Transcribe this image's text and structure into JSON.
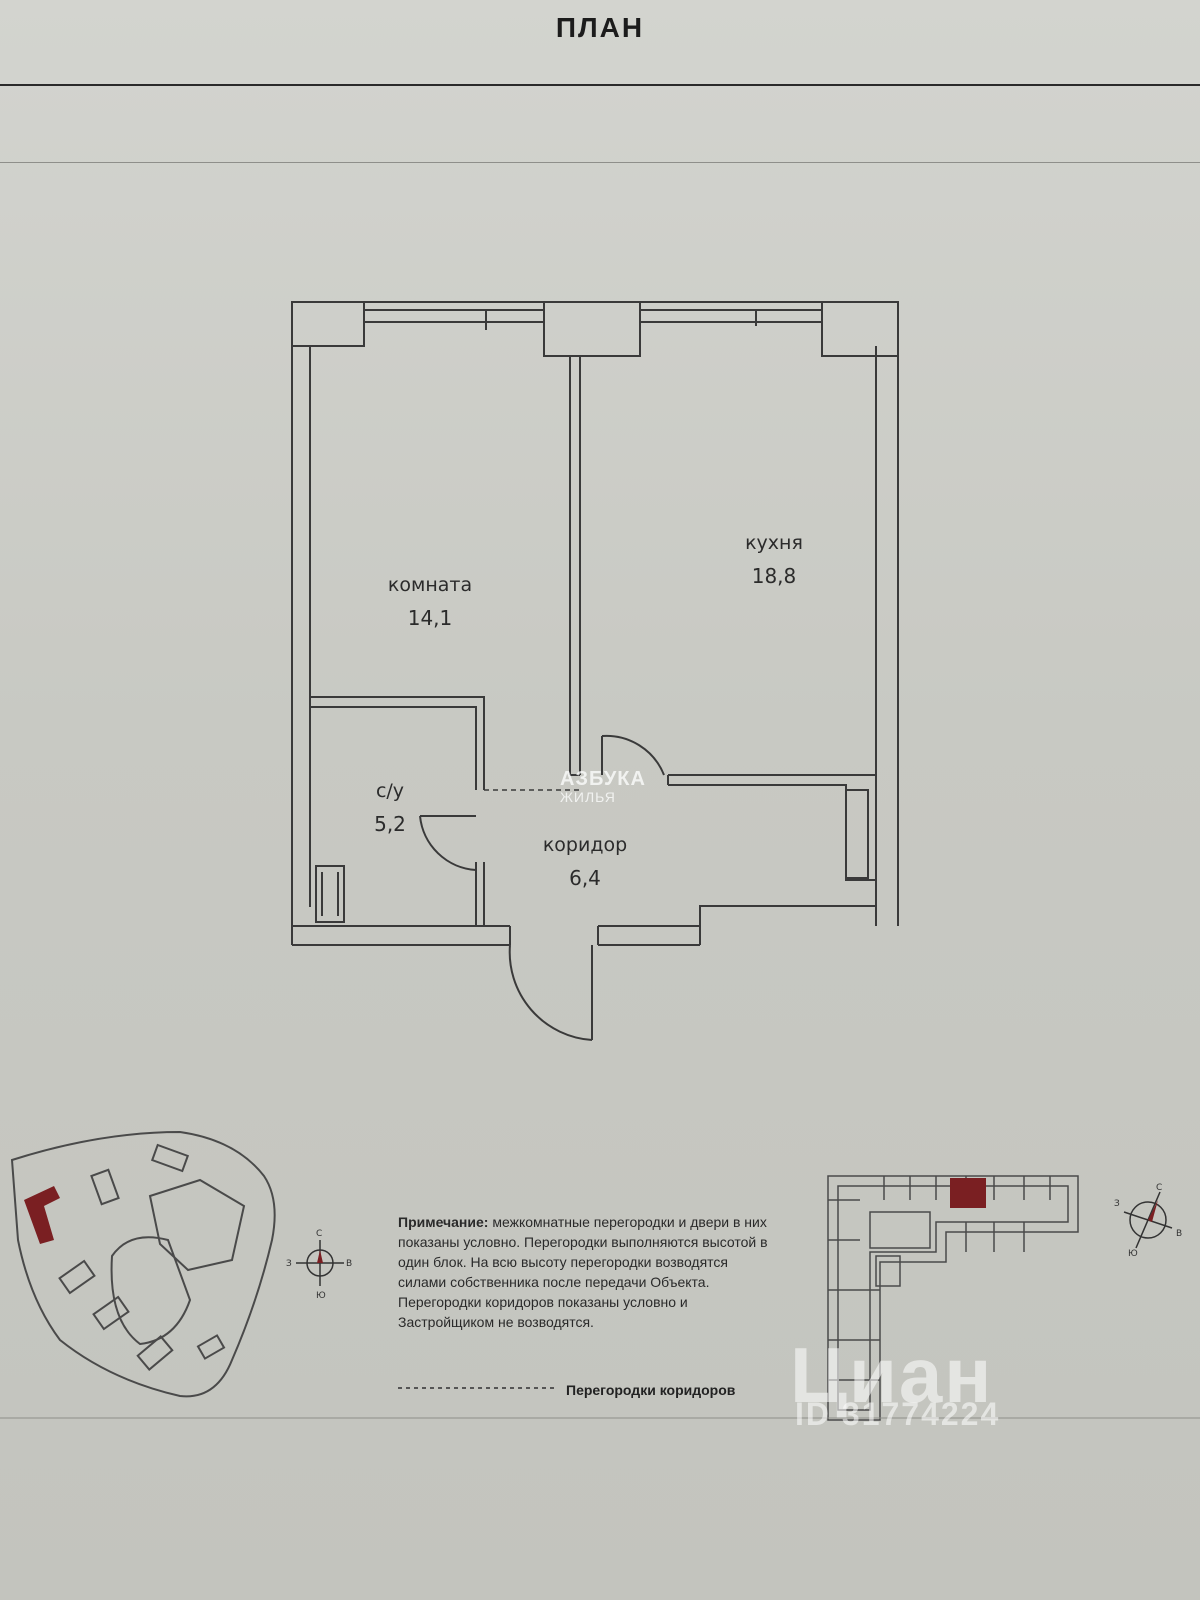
{
  "header": {
    "title": "ПЛАН"
  },
  "rooms": {
    "living": {
      "label": "комната",
      "area": "14,1"
    },
    "kitchen": {
      "label": "кухня",
      "area": "18,8"
    },
    "bathroom": {
      "label": "с/у",
      "area": "5,2"
    },
    "corridor": {
      "label": "коридор",
      "area": "6,4"
    }
  },
  "note": {
    "heading": "Примечание:",
    "text": "межкомнатные перегородки и двери в них показаны условно. Перегородки выполняются высотой в один блок. На всю высоту перегородки возводятся силами собственника после передачи Объекта. Перегородки коридоров показаны условно и Застройщиком не возводятся."
  },
  "legend": {
    "label": "Перегородки коридоров"
  },
  "compass": {
    "north": "С",
    "south": "Ю",
    "east": "В",
    "west": "З"
  },
  "watermarks": {
    "agency": "АЗБУКА",
    "agency_sub": "ЖИЛЬЯ",
    "site": "Циан",
    "listing_id": "ID 31774224"
  },
  "colors": {
    "highlight": "#7a1f22",
    "wall": "#3a3a3a"
  }
}
